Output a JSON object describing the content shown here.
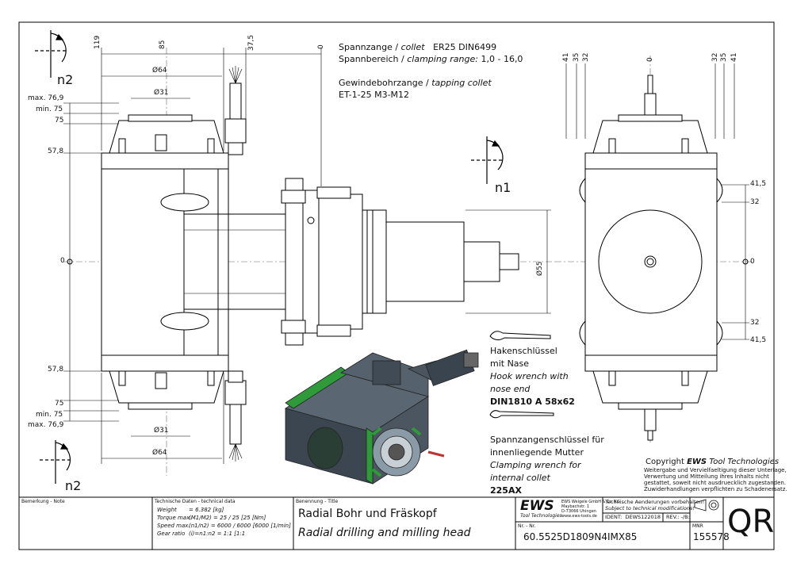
{
  "collet_info": {
    "line1_de": "Spannzange /",
    "line1_en": "collet",
    "line1_val": "ER25    DIN6499",
    "line2_de": "Spannbereich /",
    "line2_en": "clamping range:",
    "line2_val": "1,0 - 16,0",
    "line3_de": "Gewindebohrzange /",
    "line3_en": "tapping collet",
    "line4": "ET-1-25   M3-M12"
  },
  "rotation_labels": {
    "n2_top": "n2",
    "n1": "n1",
    "n2_bottom": "n2"
  },
  "dims_left": {
    "d119": "119",
    "d85": "85",
    "d37_5": "37,5",
    "d0": "0",
    "phi64_top": "Ø64",
    "phi31_top": "Ø31",
    "max_76_9_top": "max. 76,9",
    "min_75_top": "min. 75",
    "v75_top": "75",
    "v57_8_top": "57,8",
    "zero": "0",
    "v57_8_bot": "57,8",
    "v75_bot": "75",
    "min_75_bot": "min. 75",
    "max_76_9_bot": "max. 76,9",
    "phi31_bot": "Ø31",
    "phi64_bot": "Ø64",
    "phi55": "Ø55"
  },
  "dims_right": {
    "top": [
      "41",
      "35",
      "32",
      "0",
      "32",
      "35",
      "41"
    ],
    "v41_5_top": "41,5",
    "v32_top": "32",
    "zero": "0",
    "v32_bot": "32",
    "v41_5_bot": "41,5"
  },
  "wrench1": {
    "l1": "Hakenschlüssel",
    "l2": "mit Nase",
    "l3": "Hook wrench with",
    "l4": "nose end",
    "l5": "DIN1810  A  58x62"
  },
  "wrench2": {
    "l1": "Spannzangenschlüssel für",
    "l2": "innenliegende Mutter",
    "l3": "Clamping wrench for",
    "l4": "internal collet",
    "l5": "225AX"
  },
  "copyright": {
    "prefix": "Copyright",
    "brand": "EWS",
    "suffix": "Tool Technologies",
    "l1": "Weitergabe und Vervielfaeltigung dieser Unterlage,",
    "l2": "Verwertung und Mitteilung ihres Inhalts nicht",
    "l3": "gestattet, soweit nicht ausdruecklich zugestanden.",
    "l4": "Zuwiderhandlungen verpflichten zu Schadenersatz."
  },
  "title_block": {
    "remark_label": "Bemerkung - Note",
    "tech_label": "Technische Daten - technical data",
    "tech_rows": [
      {
        "k": "Weight",
        "v": "= 6.382 [kg]"
      },
      {
        "k": "Torque max.",
        "v": "(M1/M2) = 25 / 25 [25 [Nm]"
      },
      {
        "k": "Speed max.",
        "v": "(n1/n2) = 6000 / 6000 [6000 [1/min]"
      },
      {
        "k": "Gear ratio",
        "v": "(i)=n1:n2 = 1:1 [1:1"
      }
    ],
    "title_label": "Benennung - Title",
    "title_de": "Radial Bohr und Fräskopf",
    "title_en": "Radial drilling and milling head",
    "logo": "EWS",
    "logo_sub": "Tool Technologies",
    "company": "EWS Weigele GmbH & Co. KG",
    "company_l2": "Maybachstr. 1",
    "company_l3": "D-73066 Uhingen",
    "company_l4": "www.ews-tools.de",
    "notice_de": "Technische Aenderungen vorbehalten!",
    "notice_en": "Subject to technical modifications!",
    "ident_label": "IDENT:",
    "ident": "DEWS122018",
    "rev_label": "REV.: -/B:",
    "nr_label": "Nr. - Nr.",
    "part_no": "60.5525D1809N4IMX85",
    "mnr_label": "MNR",
    "mnr": "155578",
    "qr": "QR"
  }
}
